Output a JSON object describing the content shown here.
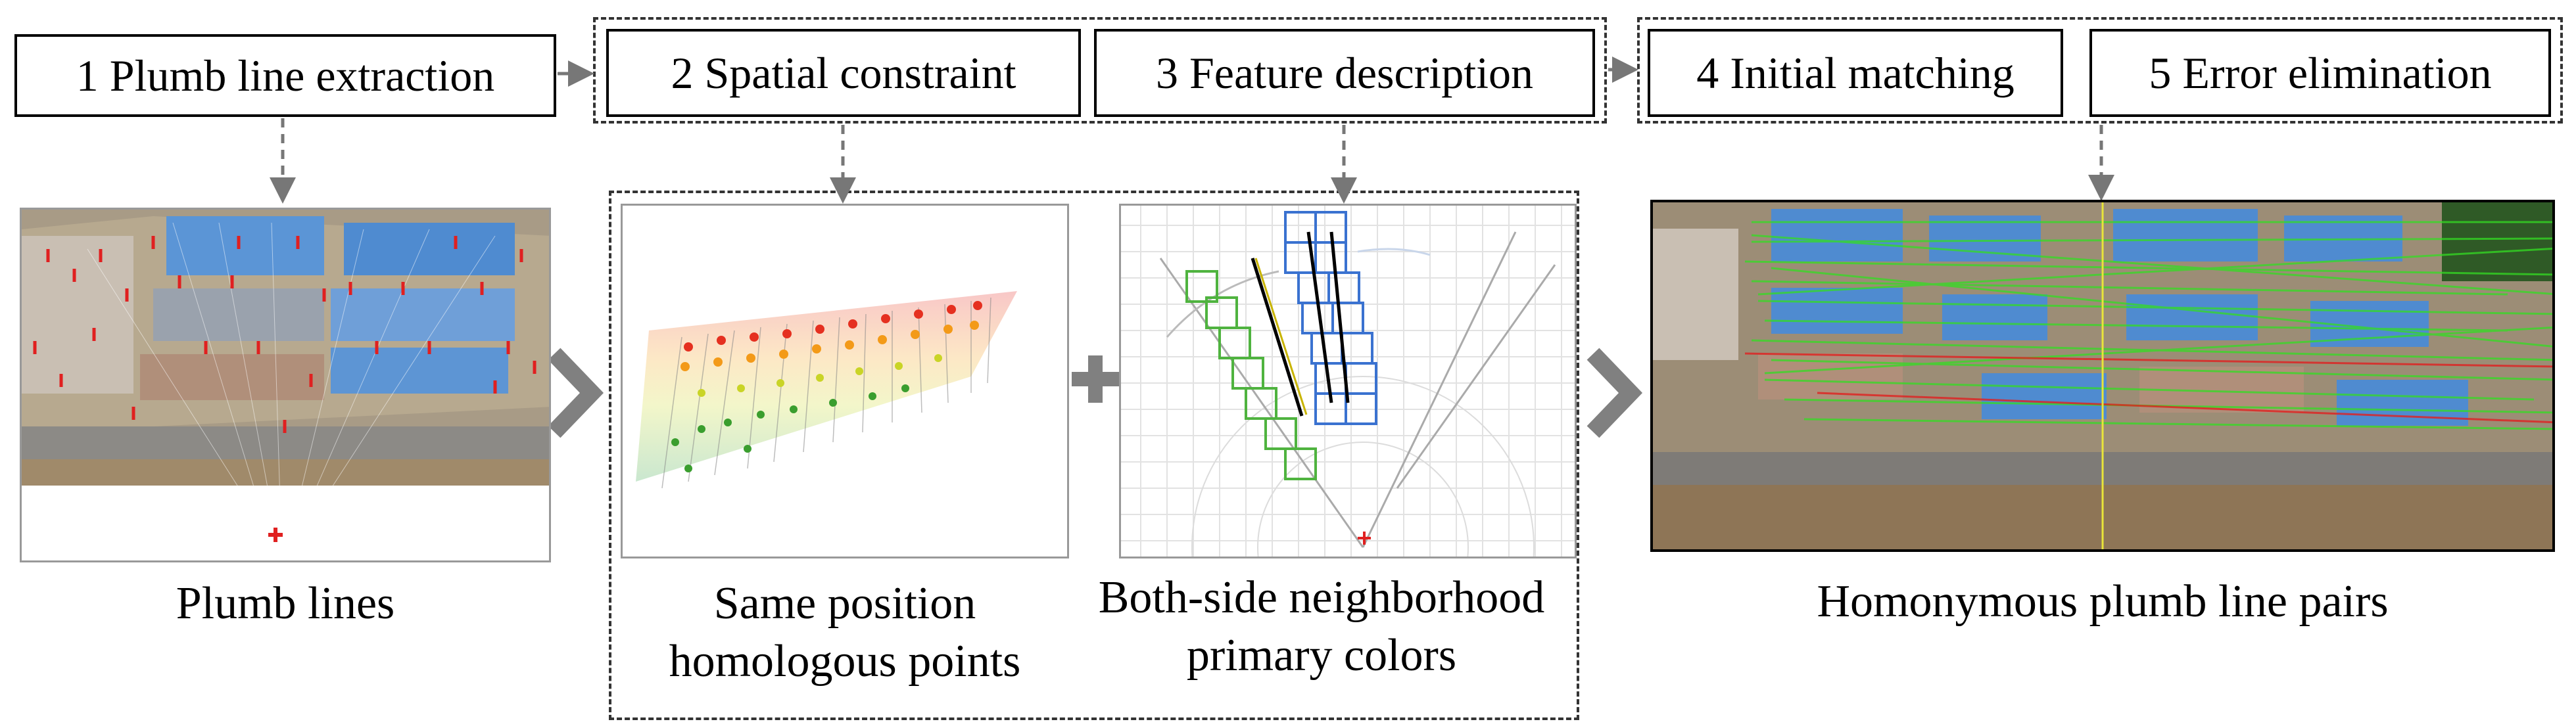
{
  "steps": [
    {
      "label": "1 Plumb line extraction"
    },
    {
      "label": "2 Spatial constraint"
    },
    {
      "label": "3 Feature description"
    },
    {
      "label": "4 Initial matching"
    },
    {
      "label": "5 Error elimination"
    }
  ],
  "captions": {
    "plumb_lines": "Plumb lines",
    "same_position_1": "Same position",
    "same_position_2": "homologous points",
    "both_side_1": "Both-side neighborhood",
    "both_side_2": "primary colors",
    "pairs": "Homonymous plumb line pairs"
  },
  "symbols": {
    "plus": "+",
    "chevron": "›"
  },
  "colors": {
    "arrow": "#777777",
    "chevron": "#808080",
    "roof_blue": "#4a8ad8",
    "plumb_red": "#e02020",
    "match_green": "#33dd22",
    "feature_blue": "#3a72d0",
    "feature_green": "#4fb33f"
  }
}
